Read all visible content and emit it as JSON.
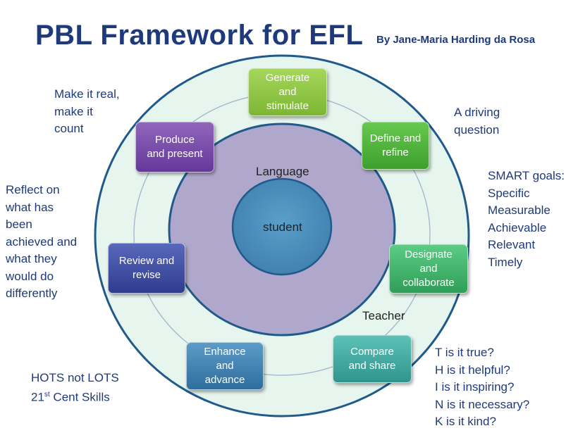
{
  "title": "PBL Framework for EFL",
  "author": "By Jane-Maria Harding da Rosa",
  "rings": {
    "center": "student",
    "inner": "Language",
    "outer": "Teacher"
  },
  "steps": [
    {
      "label": "Generate\nand\nstimulate",
      "color": "#8dc43f"
    },
    {
      "label": "Define and\nrefine",
      "color": "#4fb53a"
    },
    {
      "label": "Designate\nand\ncollaborate",
      "color": "#3bb26a"
    },
    {
      "label": "Compare\nand share",
      "color": "#3aa8a0"
    },
    {
      "label": "Enhance\nand\nadvance",
      "color": "#3a7fb0"
    },
    {
      "label": "Review and\nrevise",
      "color": "#3f4fa6"
    },
    {
      "label": "Produce\nand present",
      "color": "#7a4aa8"
    }
  ],
  "notes": {
    "make_real": "Make it real,\nmake it\ncount",
    "driving": "A driving\nquestion",
    "smart": "SMART goals:\nSpecific\nMeasurable\nAchievable\nRelevant\nTimely",
    "reflect": "Reflect on\nwhat has\nbeen\nachieved and\nwhat they\nwould do\ndifferently",
    "hots": "HOTS  not  LOTS",
    "cent_prefix": "21",
    "cent_sup": "st",
    "cent_suffix": " Cent Skills",
    "think": "T is it true?\nH is it helpful?\nI is it inspiring?\nN is it necessary?\nK is it kind?"
  }
}
